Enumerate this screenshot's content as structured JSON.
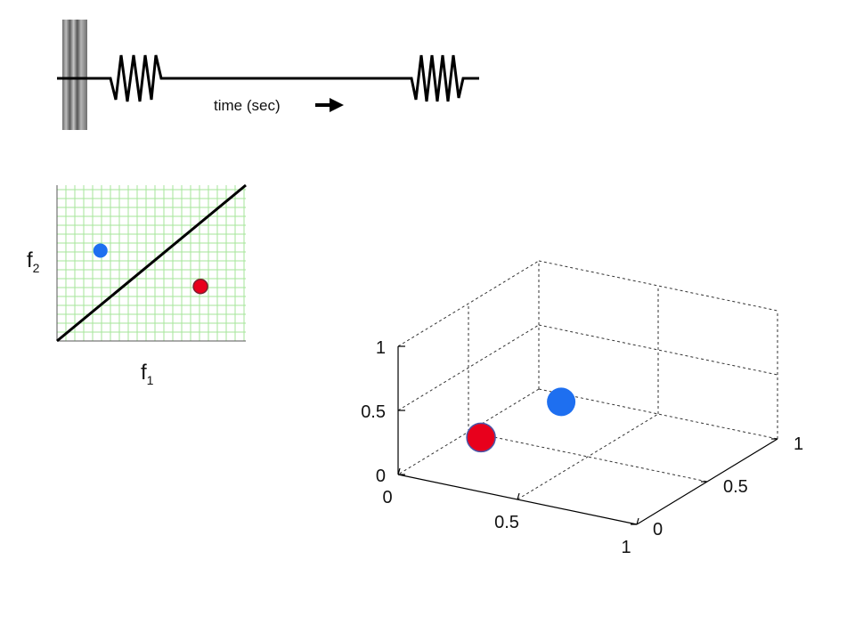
{
  "timeline": {
    "label": "time (sec)",
    "arrow_icon": "right-arrow-icon",
    "bar_icon": "striped-bar-icon",
    "pulse_icon": "zigzag-pulse-icon"
  },
  "feature_plot": {
    "x_label": "f",
    "x_sub": "1",
    "y_label": "f",
    "y_sub": "2",
    "points": [
      {
        "f1": 0.23,
        "f2": 0.58,
        "color": "#1e6ff0"
      },
      {
        "f1": 0.76,
        "f2": 0.35,
        "color": "#e8001c"
      }
    ],
    "boundary": [
      [
        0,
        0
      ],
      [
        1,
        1
      ]
    ],
    "grid_color": "#a6e59a"
  },
  "chart_data": {
    "type": "scatter3d",
    "axes": {
      "x": {
        "ticks": [
          "0",
          "0.5",
          "1"
        ],
        "range": [
          0,
          1
        ]
      },
      "y": {
        "ticks": [
          "0",
          "0.5",
          "1"
        ],
        "range": [
          0,
          1
        ]
      },
      "z": {
        "ticks": [
          "0",
          "0.5",
          "1"
        ],
        "range": [
          0,
          1
        ]
      }
    },
    "points": [
      {
        "x": 0.2,
        "y": 0.25,
        "z": 0.2,
        "color": "#e8001c"
      },
      {
        "x": 0.3,
        "y": 0.65,
        "z": 0.25,
        "color": "#1e6ff0"
      }
    ],
    "grid": true
  }
}
